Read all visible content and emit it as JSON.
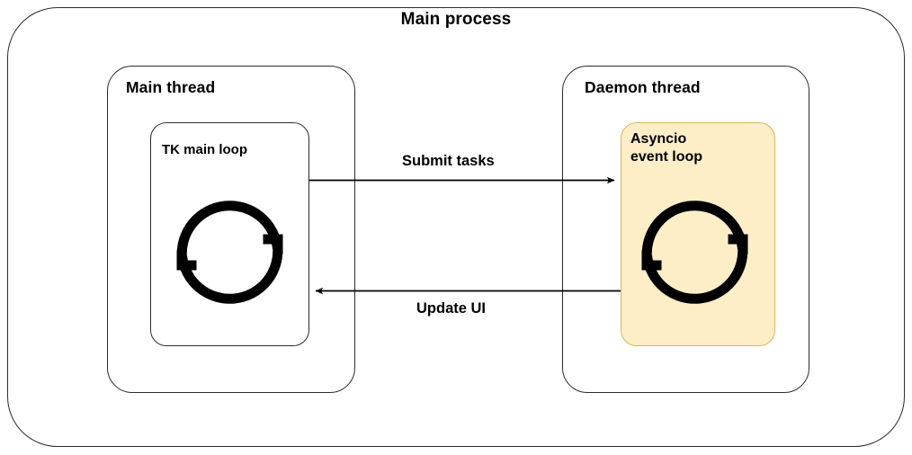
{
  "diagram": {
    "title": "Main process",
    "type": "architecture-block-diagram",
    "threads": [
      {
        "id": "main-thread",
        "label": "Main thread",
        "loop": {
          "id": "tk-main-loop",
          "label": "TK main loop",
          "icon": "circular-loop-icon",
          "fill": "#ffffff",
          "stroke": "#2b2b2b"
        }
      },
      {
        "id": "daemon-thread",
        "label": "Daemon thread",
        "loop": {
          "id": "asyncio-event-loop",
          "label": "Asyncio\nevent loop",
          "label_line_1": "Asyncio",
          "label_line_2": "event loop",
          "icon": "circular-loop-icon",
          "fill": "#fdeec8",
          "stroke": "#d6b656"
        }
      }
    ],
    "connectors": [
      {
        "id": "submit-tasks",
        "label": "Submit tasks",
        "from": "tk-main-loop",
        "to": "asyncio-event-loop",
        "direction": "right"
      },
      {
        "id": "update-ui",
        "label": "Update UI",
        "from": "asyncio-event-loop",
        "to": "tk-main-loop",
        "direction": "left"
      }
    ],
    "colors": {
      "stroke": "#2b2b2b",
      "text": "#000000",
      "accent_fill": "#fdeec8",
      "accent_stroke": "#d6b656",
      "background": "#ffffff"
    }
  }
}
